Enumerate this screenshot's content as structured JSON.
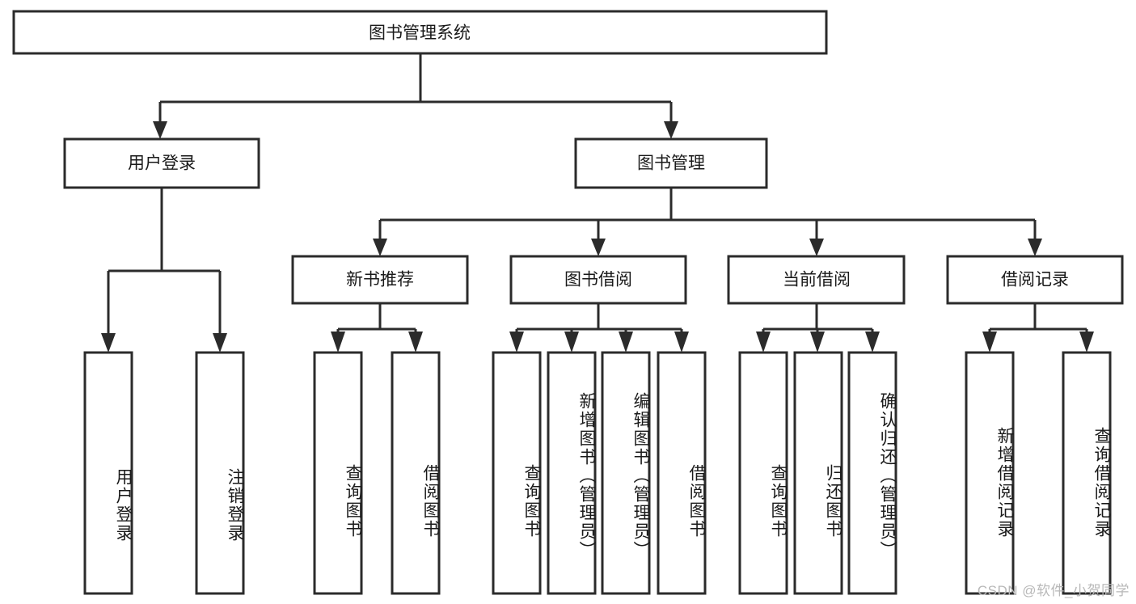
{
  "diagram": {
    "title_node": {
      "label": "图书管理系统"
    },
    "level2": [
      {
        "id": "user-login",
        "label": "用户登录"
      },
      {
        "id": "book-manage",
        "label": "图书管理"
      }
    ],
    "level3": [
      {
        "id": "new-book-recommend",
        "label": "新书推荐"
      },
      {
        "id": "book-borrow",
        "label": "图书借阅"
      },
      {
        "id": "current-borrow",
        "label": "当前借阅"
      },
      {
        "id": "borrow-record",
        "label": "借阅记录"
      }
    ],
    "leaves": {
      "user_login": [
        {
          "id": "leaf-user-login",
          "label": "用户登录"
        },
        {
          "id": "leaf-logout-login",
          "label": "注销登录"
        }
      ],
      "new_book_recommend": [
        {
          "id": "leaf-query-book-1",
          "label": "查询图书"
        },
        {
          "id": "leaf-borrow-book-1",
          "label": "借阅图书"
        }
      ],
      "book_borrow": [
        {
          "id": "leaf-query-book-2",
          "label": "查询图书"
        },
        {
          "id": "leaf-add-book-admin",
          "label": "新增图书（管理员）"
        },
        {
          "id": "leaf-edit-book-admin",
          "label": "编辑图书（管理员）"
        },
        {
          "id": "leaf-borrow-book-2",
          "label": "借阅图书"
        }
      ],
      "current_borrow": [
        {
          "id": "leaf-query-book-3",
          "label": "查询图书"
        },
        {
          "id": "leaf-return-book",
          "label": "归还图书"
        },
        {
          "id": "leaf-confirm-return-admin",
          "label": "确认归还（管理员）"
        }
      ],
      "borrow_record": [
        {
          "id": "leaf-add-borrow-record",
          "label": "新增借阅记录"
        },
        {
          "id": "leaf-query-borrow-record",
          "label": "查询借阅记录"
        }
      ]
    },
    "watermark": {
      "text": "CSDN @软件_小贺同学"
    },
    "colors": {
      "stroke": "#2b2b2b",
      "fill": "#ffffff",
      "text": "#1a1a1a",
      "watermark": "#b8b8b8"
    }
  }
}
